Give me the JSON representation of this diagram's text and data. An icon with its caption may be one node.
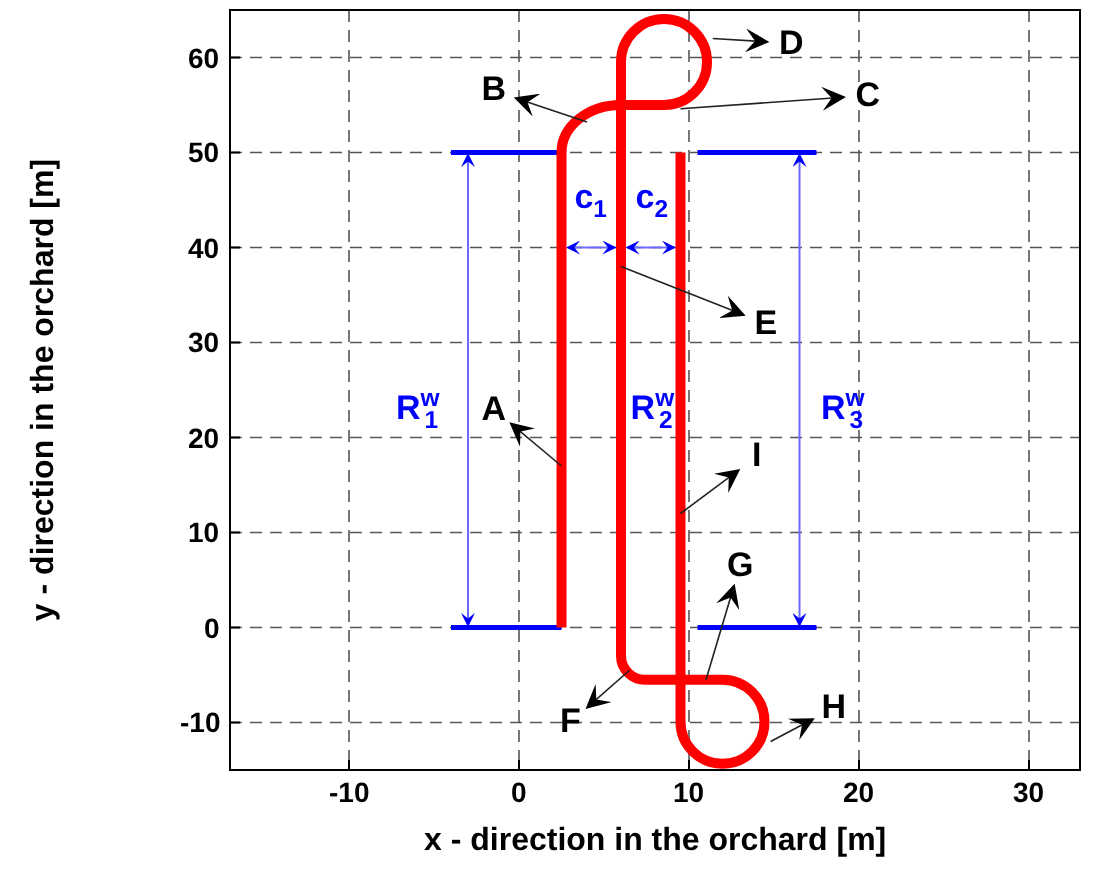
{
  "diagram": {
    "nodes": [
      {
        "text": [
          "D"
        ]
      },
      {
        "text": [
          "B"
        ]
      },
      {
        "text": [
          "C"
        ]
      },
      {
        "text": [
          "E"
        ]
      },
      {
        "text": [
          "A"
        ]
      },
      {
        "text": [
          "I"
        ]
      },
      {
        "text": [
          "G"
        ]
      },
      {
        "text": [
          "H"
        ]
      },
      {
        "text": [
          "F"
        ]
      }
    ],
    "edges": [
      {
        "from": null,
        "to": 0,
        "arrow": "to"
      },
      {
        "from": null,
        "to": 1,
        "arrow": "to"
      },
      {
        "from": null,
        "to": 2,
        "arrow": "to"
      },
      {
        "from": null,
        "to": 3,
        "arrow": "to"
      },
      {
        "from": null,
        "to": 4,
        "arrow": "to"
      },
      {
        "from": null,
        "to": 5,
        "arrow": "to"
      },
      {
        "from": null,
        "to": 6,
        "arrow": "to"
      },
      {
        "from": null,
        "to": 7,
        "arrow": "to"
      },
      {
        "from": null,
        "to": 8,
        "arrow": "to"
      }
    ],
    "labels": [
      "60",
      "50",
      "40",
      "30",
      "20",
      "10",
      "0",
      "-10",
      "c$_{1}$",
      "c$_{2}$",
      "R$^{w}$$_{1}$",
      "R$^{w}$$_{2}$",
      "R$^{w}$$_{3}$",
      "-10",
      "0",
      "10",
      "20",
      "30",
      "x - direction in the orchard [m]",
      "y - direction in the orchard [m]"
    ]
  }
}
